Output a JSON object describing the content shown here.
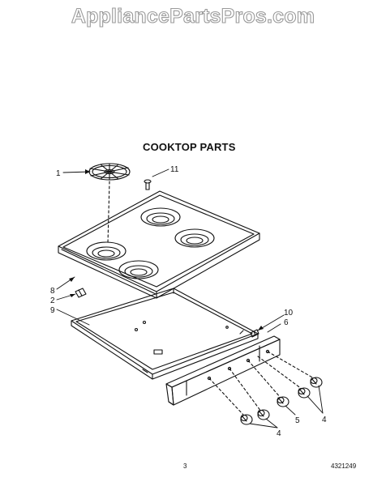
{
  "watermark": "AppliancePartsPros.com",
  "title": "COOKTOP PARTS",
  "page_number": "3",
  "diagram_id": "4321249",
  "callouts": {
    "c1": "1",
    "c11": "11",
    "c8": "8",
    "c2": "2",
    "c9": "9",
    "c10": "10",
    "c6": "6",
    "c4a": "4",
    "c5": "5",
    "c4b": "4"
  }
}
